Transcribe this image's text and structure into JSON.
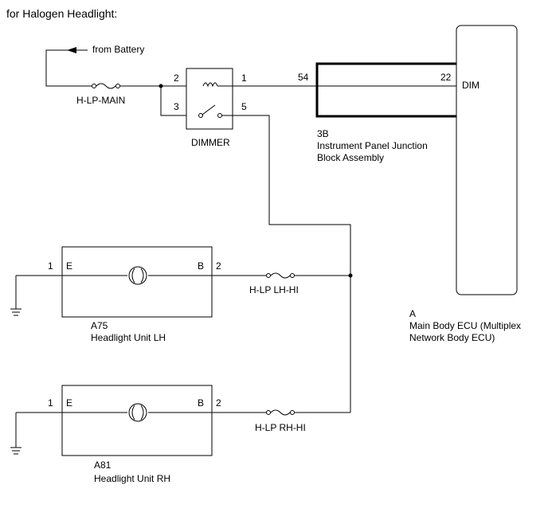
{
  "title": "for Halogen Headlight:",
  "battery_label": "from Battery",
  "fuses": {
    "main": "H-LP-MAIN",
    "lh_hi": "H-LP LH-HI",
    "rh_hi": "H-LP RH-HI"
  },
  "dimmer": {
    "name": "DIMMER",
    "pins": {
      "p2": "2",
      "p1": "1",
      "p3": "3",
      "p5": "5"
    }
  },
  "junction_block": {
    "code": "3B",
    "name_line1": "Instrument Panel Junction",
    "name_line2": "Block Assembly",
    "pin_in": "54",
    "pin_out": "22"
  },
  "ecu": {
    "code": "A",
    "name_line1": "Main Body ECU (Multiplex",
    "name_line2": "Network Body ECU)",
    "pin_label": "DIM"
  },
  "headlight_lh": {
    "code": "A75",
    "name": "Headlight Unit LH",
    "pin_e": "1",
    "pin_b": "2",
    "label_e": "E",
    "label_b": "B"
  },
  "headlight_rh": {
    "code": "A81",
    "name": "Headlight Unit RH",
    "pin_e": "1",
    "pin_b": "2",
    "label_e": "E",
    "label_b": "B"
  }
}
